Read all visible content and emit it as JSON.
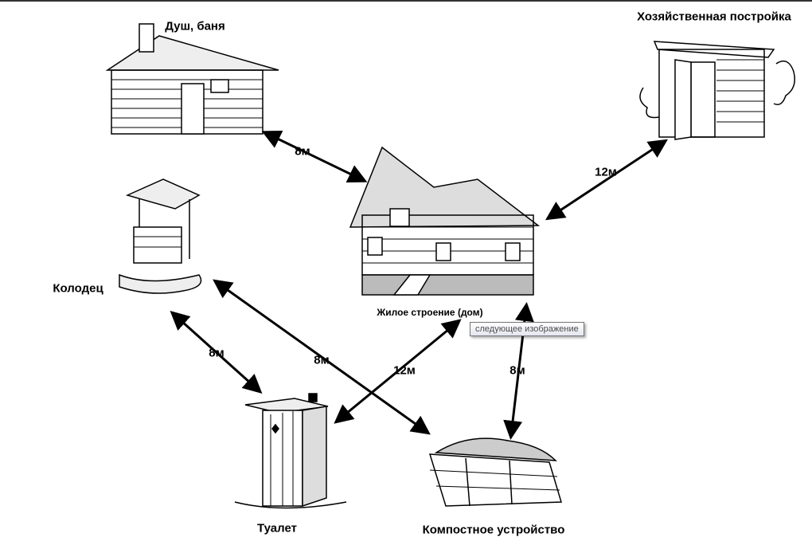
{
  "buildings": {
    "bath": "Душ, баня",
    "shed": "Хозяйственная постройка",
    "well": "Колодец",
    "house": "Жилое строение (дом)",
    "toilet": "Туалет",
    "compost": "Компостное устройство"
  },
  "distances": {
    "bath_house": "8м",
    "shed_house": "12м",
    "well_compost": "8м",
    "well_toilet": "8м",
    "toilet_house": "12м",
    "house_compost": "8м"
  },
  "tooltip": "следующее изображение"
}
